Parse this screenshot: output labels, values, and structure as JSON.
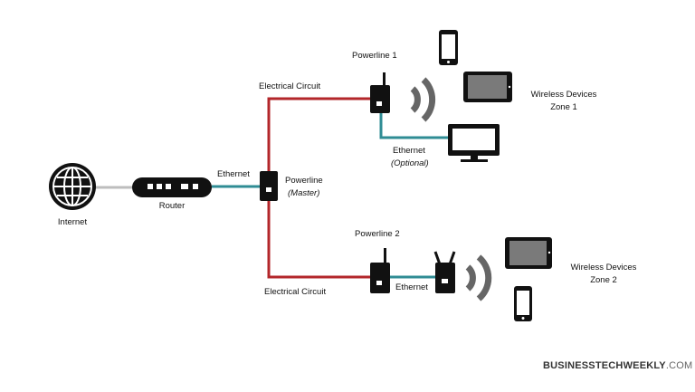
{
  "colors": {
    "electrical": "#b3262a",
    "ethernet": "#2f8c94",
    "uplink": "#bdbdbd",
    "device": "#111111",
    "signal": "#666666"
  },
  "icons": {
    "internet": "globe-icon",
    "router": "router-icon",
    "powerline": "powerline-adapter-icon",
    "access_point": "wireless-access-point-icon",
    "phone": "smartphone-icon",
    "tablet": "tablet-icon",
    "monitor": "monitor-icon",
    "signal": "wifi-signal-icon"
  },
  "labels": {
    "internet": "Internet",
    "router": "Router",
    "ethernet_main": "Ethernet",
    "powerline_master": "Powerline",
    "master": "(Master)",
    "circuit_top": "Electrical Circuit",
    "circuit_bottom": "Electrical Circuit",
    "powerline_1": "Powerline 1",
    "powerline_2": "Powerline 2",
    "ethernet_zone1": "Ethernet",
    "optional": "(Optional)",
    "ethernet_zone2": "Ethernet",
    "zone1_line1": "Wireless Devices",
    "zone1_line2": "Zone 1",
    "zone2_line1": "Wireless Devices",
    "zone2_line2": "Zone 2"
  },
  "brand": {
    "name": "BUSINESSTECHWEEKLY",
    "domain": ".COM"
  }
}
